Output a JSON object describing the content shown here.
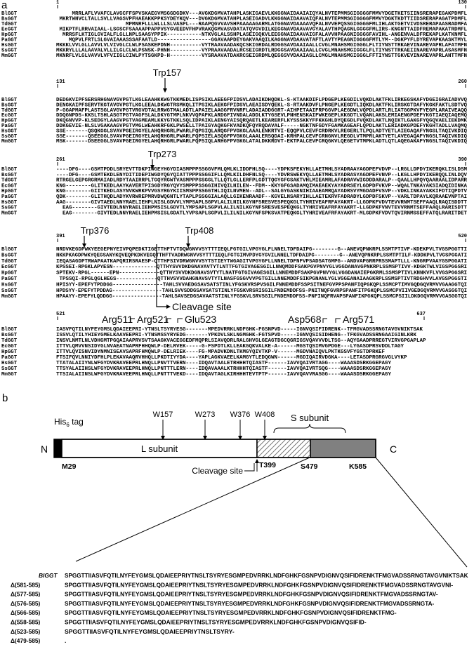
{
  "panel_a": {
    "label": "a",
    "species": [
      "BlGGT",
      "BsGGT",
      "TdGGT",
      "EcGGT",
      "HpGGT",
      "PaGGT",
      "HsGGT",
      "SsGGT",
      "MmGGT"
    ],
    "blocks": [
      {
        "start": "1",
        "end": "130",
        "rows": [
          "MRRLAFLVVAFCLAVGCFFSPVSKAEGVMSGGDGDKV---AVGKDGMVATAHPLASKIGAEVLKKGGNAIDAAIAIQYALNVTEPMMSGIGGGGFMMVYDGETKETSIINSRERAPEGAKPDMFL",
          "MKRTWNVCLTALLSVLLVAGSVPFHAEAKKPPKSYDEYKQV---DVGKDGMVATAHPLASEIGADVLKKGGNAIDAAVAIQFALNVTEPMMSGIGGGGFMMVYDGKTKDTTIIDSRERAPAGATPDMFL",
          "MPMNRFLLLWLLLSLVASPL---RAAPQGVVAVSHPAAAAAGARMLATGGNAVDAAAAVQFALNVVEPQSSGIGGGGFMLIHLAKTGETVIVDSRERAPAASRADMFA",
          "MIKPTFLRRVAIAAL-LSGSCFSAAAAPPAPPVSYGVEEDVFHPVRAKQGMVASVDATATQVGVDILKEGGNAVDAAVAVGYALAVTHPQAGNLGGGGFMLIRS-KNGNTTAIDFREMAPAKATRDMFL",
          "MRRSFLKTIGLGVIALFLGLLNPLSAASYPPIK-----------NTKVGLALSSHPLASEIGQKVLEEGGNAIDAAVAIGFALAVVHPAAGNIGGGGFAVIHL-ANGENVALDFREKAPLKATKNMFL",
          "MQPVLFRTLSLGVAIAAASSSAFAATLD-----------------GGAVAAPDEYGAKVAAQILKAGGNAVDAAVATAFTLAVTYPEAGNIGGGGFMTLYM--DGKPYFLDYREVAPKAASKTMYL",
          "MKKKLVVLGLLAVVLVLVIVGLCLWLPSASKEPDNH----------VYTRAAVAADAKQCSKIGRDALRDGGSAVDAAIAALLCVGLMNAHSMGIGGGLFLTIYNSTTRKAEVINAREVAPRLAFATMFN",
          "MKKRYLLLALAAVALVLLILGLCLWLPSNSK-PHNH----------VYPRAAVAADALRCSEIGRDTLRDGGSAVDAAIAALLCVGLMNAHSMGIGGGLFLTIYNSTTRKAEIINAREVAPRLASASMFN",
          "MKNRFLVLGLVAVVLVFVIIGLCIWLPYTSGKPD-H----------VYSRAAVATDAKRCSEIGRDMLQEGGSVVDAAIASLLCMGLMNAHSMGIGGGLFFTIYNSTTGKVEVINAREVAPRLANTTMFN"
        ]
      },
      {
        "start": "131",
        "end": "260",
        "rows": [
          "DEDGKVIPFSERSRHGNAVGVPGTLKGLEAAHKKWGTKKMEDLISPSIKLAEEGFPIDSVLADAIKDHQDKL-S-KTAAKDIFLPDGEPLKEGDILVQKDLAKTFKLIRKEGSKAFYDGEIGRAIADVVQ",
          "DENGKAIPFSERVTKGTAVGVPGTLKGLEEALDKWGTRSMKQLITPSIKLAEKGFPIDSVLAEAISDYQEKL-S-RTAAKDVFLPNGEPLKEGDTLIQKDLAKTFKLIRSKGTDAFYKGKFAKTLSDTVQ",
          "P-GGAPMAFPLASTSGLAVGVPGTVRGVDTALRRWGTMALADTLAPAIELAAGGFRVNRFLADAIADDGGRT-AIHPETAAIFRPGGVPLAEGDWLVQPDLARTLRLIATGGPKVFYEGPLARAIVEAQQ",
          "DDQGNPDS-KKSLTSHLASGTPGTVAGFSLALDKYGTMPLNKVVQPAFKLARDGFIVNDALADDLKTYGSEVLPNHENSKAIFWKEGEPLKKGDTLVQANLAKSLEMIAENGPDEFYKGTIAEQIAQEMQ",
          "DKQGNVVP-KLSEDGYLAAGVPGTVAGMEAMLKKYGTKKLSQLIDPAIKLAENGYAISQRQAETLKEARERFLKYSSSKKYFFKKGHLDYQEGDLFVQKDLAKTLNQIKTLGAKGFYQGQVAELIEKDMK",
          "DDKGEVIE-NLSLVGAKAAGVPGTVMGLWEAHKRFGKLPWSELLTPAIGYAQKGFKVADKQFQYRQDAVALF-----NGKTNFGDYFGAMKAGEAFLQPDLAKTLERIADKGPDEFYKGHTADLLVAQMQ",
          "SSE-------QSQKGGLSVAVPGEIRGYELAHQRHGRLPWARLFQPSIQLARQGFPVGKGLAAALENKRTVI-EQQPVLCEVFCRDRKVLREGERLTLPQLADTYETLAIEGAQAFYNGSLTAQIVKDIQ",
          "SSE-------QSEEGGLSVAVPGEIRGYELAHQRHGRLPWARLFQPSIELASQGFPVGKGLAAALERSQDAI-KRHPALCEVFCRNGNVLREGDLVTMPRLAKTYETLAVEGAQAFYNGSLTAQIVKDIQ",
          "MSK-------DSEEGGLSVAVPGEIRGYELAHQRHGRLPWARLFQPSIQLARHGFPVGKGLATALDKKRDVT-EKTPALCEVFCRQGKVLQEGETVTMPKLADTLQTLAQEGAKAFYNGSLTAQIVKDIQ"
        ]
      },
      {
        "start": "261",
        "end": "390",
        "rows": [
          "----DFG----GSMTPDDLSRYEVTTDKPIWGEYHGYDIASMPPPSSGGVFMLQMLKLIDDFHLSQ----YDPKSFEKYHLLAETMHLSYADRAAYAGDPEFVDVP--LRGLLDPDYIKERQKLISLDSM",
          "----DFG----GSMTEKDLENYDITIDEPIWGDYQGYQIATTPPPSSGGIFLLQMLKILDHFNLSQ----YDVRSWEKYQLLAETMHLSYADRASYAGDPEFVNVP--LKGLLHPDYIKERQQLINLDQV",
          "RTRGELGEPGRGRMAIADLRDYTAAIRRPLTGQYRGWTVASMPPPSSGGLTLLQTLGLLERFPLGDTTQGYGFGSAKTVHLMIEAMRLAFADRAVWIGDDDARALP--QAALLHPQYQAARAALIDPARR",
          "KNG--------GLITKEDLAAYKAVERTPISGDYRGYQVYSMPPPSSGGIHIVQILNILEN--FDM--KKYGFGSADAMQIMAEAEKYAYADRSEYLGDPDFVKVP--WQALTNKAYAKSIADQIDINKA",
          "KNG--------GIITKEDLASYNVKWRKPVVGSYRGYKIISMSPPSSGGTHLIQILNVMEN--ADL--SALGYGASKNIHIAAEAMRQAYADRSVYMGDADFVSVP--VDKLINKAYAKKIFDTIQPDTV",
          "QDK--------GLITHQDLADYKVRWREPMRVDWQGNTLYTAPLPSSGGIALAQLLGIKENRAADF--KGVELNSARYIHLLAETEKRVFADRADYLGDPDFSKVP--VARLTDPAYLKQRAAEVNPTAI",
          "AAG--------GIVTAEDLNNYRAELIEHPLNISLGDVVLYMPSAPLSGPVLALILNILKGYNFSRESVESPEQKGLTYHRIVEAFRFAYAKRT-LLGDPKFVDVTEVVRNMTSEFFAAQLRAQISDDTT",
          "EAG--------GIVTEDLNNYRAELIEHPMSISLGDVTLYMPSAPLSGPVLALILNILKGYNFSRESVESPEQKGLTYHRIVEAFRFAYAKRT-LLGDPKFVNVTEVVRNMTSEFFAAQLRARISDTT",
          "EAG--------GIVTEDLNNYRAELIEHPMSISLGDATLYVPSAPLSGPVLILILNILKGYNFSPKSVATPEQKGLTYHRIVEAFRFAYAKRT-MLGDPKFVDVTQVIRNMSSEFFATQLRARITDET"
        ]
      },
      {
        "start": "391",
        "end": "520",
        "rows": [
          "NRDVKEGDPWKYEEGEPNYEIVPQPEDKTIGETTHFTVTDQWGNVVSYTTTIEQLFGTGILVPGYGLFLNNELTDFDAIPG--------G--ANEVQPNKRPLSSMTPTIVF-KDEKPVLTVGSPGGTTI",
          "NKKPKAGDPWKYQEGSANYKQVEQPKDKVEGQTTHFTVADRWGNVVSYTTTIEQLFGTGIMVPDYGYGVILNNELTDFDAIPG--------G--ANEVQPNKRPLSSMTPTILF-KDDKPVLTVGSPGGATI",
          "IEQASAGDPTRWAPAATKAPQRIRSRAESP-QTTHFSIVDRWGNVVSYTSTIEYTWGAGITVPGYGFLLNNELTDFNFVPSADSATGMPG--ANDVAPGRRPRSSMAPTLLL-KNGRPVAAYGSPGGATI",
          "KPSSEI-RPGKLAPYESN--------------QTTHYSVVDKDGNAVAVTYTLNTTFGTGIVAGESGILLNNQMDDFSAKPGVPNVYGLVGGDANAVGPNKRPLSSMSPTIVV-KDGKTWLVIGSPGGSRI",
          "SPTEKV-RPGL------EPN-------------QTTHYSVVDKDGNAVSVTYTLNATFGTGIVAGESGILLNNEMDDFSAKPGVPNVYGLVGGDANAIEPGKRMLSSMSPTIVLKNNKVFLVVGSPGGSRI",
          "TPSSQI-RPGLQGLHEGS-------------QTTHVSVVDAHGNAVSVTYTLNASFGSGVVVPGTGILLNNEMDDFSIKPGNANLYGLVGGEANAIAAGKRPLSSMSPTIVTRDGHVVLAVGSPGGSTI",
          "HPISYY-EPEFYTPDDGG----------------TAHLSVVAEDGSAVSATSTINLYFGSKVRSPVSGILFNNEMDDFSSPSITNEFGVPPSPANFIQPGKQPLSSMCPTIMVGQDGQVRMVVGAAGGTQI",
          "HPDSYY-EPEFYTPDDAG----------------TAHLSVVSDDGSAVSATSTINLYFGSKVRSRISGILFNDEMDDFSS-PNITNQFGVRPSPANFITPGKQPLSSMCPVIIVGEDGQVRMVVGASGGTQI",
          "HPAAYY-EPEFYLQDDGG----------------TAHLSAVSEDGSAVAATSTINLYFGSKVLSRVSGILFNDEMDDFSS-PNFINQFRVAPSPANFIKPGKQPLSSMCPSIILDKDGQVRMVVGASGGTQI"
        ]
      },
      {
        "start": "521",
        "end": "637",
        "rows": [
          "IASVFQTILNYFEYGMSLQDAIEEPRI-YTNSLTSYRYESG-------MPEDVRRKLNDFGHK-FGSNPVD-----IGNVQSIFIDRENK--TFMGVADSSRNGTAVGVNIKTSAK",
          "ISSVLQTILYHIEYGMELKAAVEEPRI-YTNSMSSYRYEDG-------YPKDVLSKLNGMGHK-FGTSPVD-----IGNVQSISIDHENG--TFKGVADSSRNGAAIGINLKRK",
          "INSVLNMTLNLVDHGMTPGQAIAAPRVSVTSAAGKVACEGGEDFMQPRLSIAVQDRLRALGHVGLGEAGTDGCQGRIGSVQAVVVDLTSG--AQYGAADPRREGTVIRVGPGAPLAP",
          "ITTVLQMVVNSIDYGLNVAEATNAPRFHHQWLP-DELRVEK-----G-FSPDTLKLLEAKGQKVALKE-A------MGSTQSIMVGPDGE---LYGASDPRSVDDLTAGY",
          "ITTVLQVISNVIDYNMNISEAVSAPRFHMQWLP-DELRIEK----FG-MPADVKDNLTKMGYQIVTKP-V------MGDVNAIQVLPKTKGSVFYGSTDPRKEF",
          "FTSIFQVLNNIYDFHLPLEKAVAAQRVHHQLLPKDTIYYDA----YAPLAGKVAEELKAMGYTLEDQGWN------MGDIQAIRVDGKA----LETASDPRGRGVGLVYKP",
          "TTATALAIIYNLWFGYDVKRAVEEPRLHNQLLPNVTTVERN----IDQAVTAALETRHHHTQIASTF------IAVVQAIVRTAGG----WAAASDSRKGGEPAGY",
          "TTSYALAIIHSLWFGYDVKRAVEEPRLHNQLLPNTTTLERN----IDQAVAAALKTRHHHTQIASTF------IAVVQAIVRTSQG----WAAASDSRKGGEPAGY",
          "TTSIALAIINSLWFGYDVKRAVEEPRLHNQLLPNTTTVEKD----IDQAVTAGLKIRHHHTEVTPTF------IAVVQAVVRASGG----WAAASDSRKGGEPAGY"
        ]
      }
    ],
    "markers": {
      "trp157": "Trp157",
      "trp273": "Trp273",
      "trp376": "Trp376",
      "trp408": "Trp408",
      "arg511": "Arg511",
      "arg521": "Arg521",
      "glu523": "Glu523",
      "asp568": "Asp568",
      "arg571": "Arg571",
      "cleavage": "Cleavage site"
    }
  },
  "panel_b": {
    "label": "b",
    "n_term": "N",
    "c_term": "C",
    "his_tag": {
      "main": "His",
      "sub": "6",
      "tail": " tag"
    },
    "l_subunit": "L subunit",
    "s_subunit": "S subunit",
    "trp_sites": [
      "W157",
      "W273",
      "W376",
      "W408"
    ],
    "positions": {
      "m29": "M29",
      "t399": "T399",
      "s479": "S479",
      "k585": "K585"
    },
    "cleavage": "Cleavage site",
    "colors": {
      "his_tag": "#000000",
      "l_subunit": "#ffffff",
      "s_hatched": "#ffffff",
      "s_gray": "#808080"
    },
    "constructs": [
      {
        "name": "BlGGT",
        "seq": "SPGGTTIIASVFQTILNYFEYGMSLQDAIEEPRIYTNSLTSYRYESGMPEDVRRKLNDFGHKFGSNPVDIGNVQSIFIDRENKTFMGVADSSRNGTAVGVNIKTSAK"
      },
      {
        "name": "Δ(581-585)",
        "seq": "SPGGTTIIASVFQTILNYFEYGMSLQDAIEEPRIYTNSLTSYRYESGMPEDVRRKLNDFGHKFGSNPVDIGNVQSIFIDRENKTFMGVADSSRNGTAVGVNI-"
      },
      {
        "name": "Δ(577-585)",
        "seq": "SPGGTTIIASVFQTILNYFEYGMSLQDAIEEPRIYTNSLTSYRYESGMPEDVRRKLNDFGHKFGSNPVDIGNVQSIFIDRENKTFMGVADSSRNGTAV-"
      },
      {
        "name": "Δ(576-585)",
        "seq": "SPGGTTIIASVFQTILNYFEYGMSLQDAIEEPRIYTNSLTSYRYESGMPEDVRRKLNDFGHKFGSNPVDIGNVQSIFIDRENKTFMGVADSSRNGTA-"
      },
      {
        "name": "Δ(566-585)",
        "seq": "SPGGTTIIASVFQTILNYFEYGMSLQDAIEEPRIYTNSLTSYRYESGMPEDVRRKLNDFGHKFGSNPVDIGNVQSIFIDRENKTFMG-"
      },
      {
        "name": "Δ(558-585)",
        "seq": "SPGGTTIIASVFQTILNYFEYGMSLQDAIEEPRIYTNSLTSYRYESGMPEDVRRKLNDFGHKFGSNPVDIGNVQSIFID-"
      },
      {
        "name": "Δ(523-585)",
        "seq": "SPGGTTIIASVFQTILNYFEYGMSLQDAIEEPRIYTNSLTSYRY-"
      },
      {
        "name": "Δ(479-585)",
        "seq": "."
      }
    ]
  }
}
